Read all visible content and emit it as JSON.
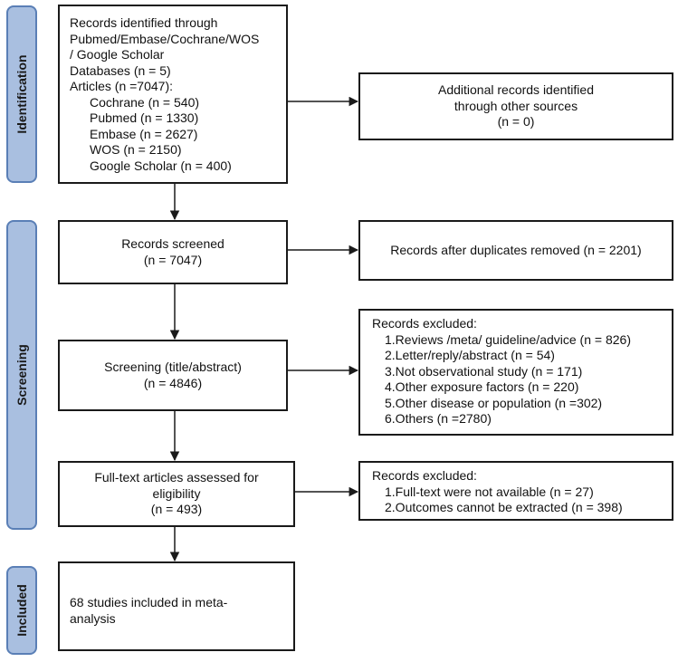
{
  "stages": {
    "identification": "Identification",
    "screening": "Screening",
    "included": "Included"
  },
  "identification_box": {
    "lines": [
      "Records identified through",
      "Pubmed/Embase/Cochrane/WOS",
      "/ Google Scholar",
      "Databases (n = 5)",
      "Articles (n =7047):"
    ],
    "sources": [
      "Cochrane (n = 540)",
      "Pubmed (n = 1330)",
      "Embase (n = 2627)",
      "WOS (n = 2150)",
      "Google Scholar (n = 400)"
    ]
  },
  "additional_box": {
    "lines": [
      "Additional records identified",
      "through other sources",
      "(n = 0)"
    ]
  },
  "screened_box": {
    "lines": [
      "Records screened",
      "(n = 7047)"
    ]
  },
  "duplicates_box": {
    "lines": [
      "Records after duplicates removed (n = 2201)"
    ]
  },
  "title_abstract_box": {
    "lines": [
      "Screening (title/abstract)",
      "(n = 4846)"
    ]
  },
  "excluded_box_1": {
    "title": "Records excluded:",
    "items": [
      "1.Reviews /meta/ guideline/advice (n = 826)",
      "2.Letter/reply/abstract (n = 54)",
      "3.Not observational study (n = 171)",
      "4.Other exposure factors (n = 220)",
      "5.Other disease or population (n =302)",
      "6.Others (n =2780)"
    ]
  },
  "fulltext_box": {
    "lines": [
      "Full-text articles assessed for",
      "eligibility",
      "(n = 493)"
    ]
  },
  "excluded_box_2": {
    "title": "Records excluded:",
    "items": [
      "1.Full-text were not available (n = 27)",
      "2.Outcomes cannot be extracted (n = 398)"
    ]
  },
  "included_box": {
    "lines": [
      "68 studies included in meta-",
      "analysis"
    ]
  }
}
